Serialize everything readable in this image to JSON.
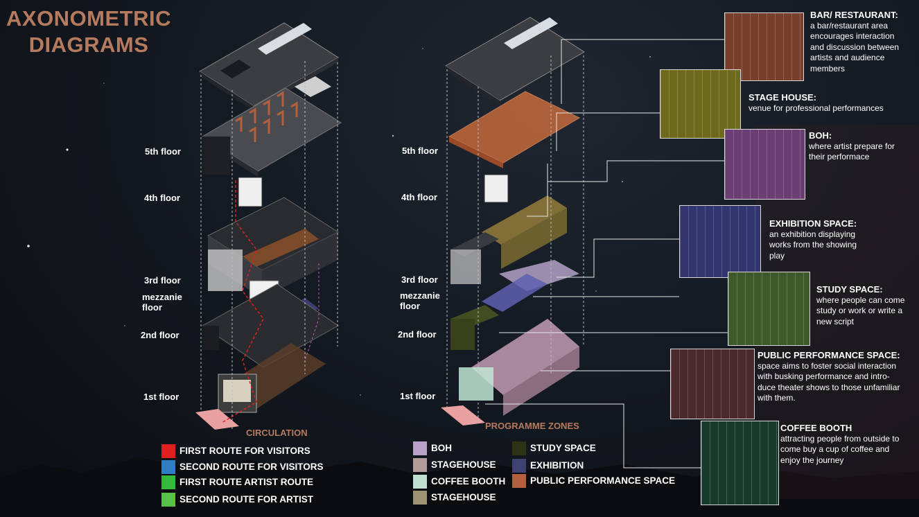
{
  "title": {
    "line1": "AXONOMETRIC",
    "line2": "DIAGRAMS"
  },
  "floors_left": [
    "5th floor",
    "4th floor",
    "3rd floor",
    "mezzanie floor",
    "2nd floor",
    "1st floor"
  ],
  "floors_right": [
    "5th floor",
    "4th floor",
    "3rd floor",
    "mezzanie floor",
    "2nd floor",
    "1st floor"
  ],
  "captions": {
    "circulation": "CIRCULATION",
    "programme": "PROGRAMME ZONES"
  },
  "circulation_legend": [
    {
      "label": "FIRST ROUTE FOR VISITORS",
      "color": "#e02020"
    },
    {
      "label": "SECOND ROUTE FOR VISITORS",
      "color": "#2f7ec4"
    },
    {
      "label": "FIRST ROUTE ARTIST ROUTE",
      "color": "#36b83a"
    },
    {
      "label": "SECOND ROUTE FOR ARTIST",
      "color": "#56c248"
    }
  ],
  "programme_legend": [
    {
      "label": "BOH",
      "color": "#b9a2c9"
    },
    {
      "label": "STAGEHOUSE",
      "color": "#b59a9a"
    },
    {
      "label": "COFFEE BOOTH",
      "color": "#bfe0cf"
    },
    {
      "label": "STAGEHOUSE",
      "color": "#9c9374"
    },
    {
      "label": "STUDY SPACE",
      "color": "#2e3316"
    },
    {
      "label": "EXHIBITION",
      "color": "#3e4270"
    },
    {
      "label": "PUBLIC PERFORMANCE SPACE",
      "color": "#b4603c"
    }
  ],
  "notes": [
    {
      "title": "BAR/ RESTAURANT:",
      "lines": [
        "a bar/restaurant area",
        "encourages interaction",
        "and discussion between",
        "artists and audience",
        "members"
      ],
      "color": "#7a3f2c"
    },
    {
      "title": "STAGE HOUSE:",
      "lines": [
        "venue for professional performances"
      ],
      "color": "#6e6a1d"
    },
    {
      "title": "BOH:",
      "lines": [
        "where artist prepare for",
        "their performace"
      ],
      "color": "#6b3f73"
    },
    {
      "title": "EXHIBITION SPACE:",
      "lines": [
        "an exhibition displaying",
        "works from the showing",
        "play"
      ],
      "color": "#33356e"
    },
    {
      "title": "STUDY SPACE:",
      "lines": [
        "where people can come",
        "study or work or write a",
        "new script"
      ],
      "color": "#3f5a2a"
    },
    {
      "title": "PUBLIC PERFORMANCE SPACE:",
      "lines": [
        "space aims to foster social interaction",
        "with busking performance and intro-",
        "duce theater shows to those unfamiliar",
        "with them."
      ],
      "color": "#4a2a2c"
    },
    {
      "title": "COFFEE BOOTH",
      "lines": [
        "attracting people from outside to",
        "come buy a cup of coffee and",
        "enjoy the journey"
      ],
      "color": "#173a2a"
    }
  ]
}
